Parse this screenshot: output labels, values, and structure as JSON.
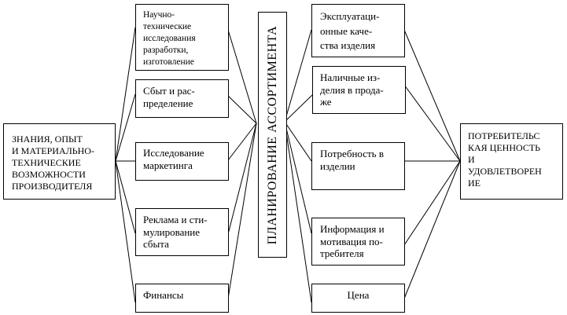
{
  "producer": "ЗНАНИЯ, ОПЫТ\nИ МАТЕРИАЛЬНО-\nТЕХНИЧЕСКИЕ\nВОЗМОЖНОСТИ\nПРОИЗВОДИТЕЛЯ",
  "left_items": [
    "Научно-\nтехнические\nисследования\nразработки,\nизготовление",
    "Сбыт и рас-\nпределение",
    "Исследование\nмаркетинга",
    "Реклама и сти-\nмулирование\nсбыта",
    "Финансы"
  ],
  "center": "ПЛАНИРОВАНИЕ АССОРТИМЕНТА",
  "right_items": [
    "Эксплуатаци-\nонные каче-\nства изделия",
    "Наличные из-\nделия в прода-\nже",
    "Потребность в\nизделии",
    "Информация и\nмотивация по-\nтребителя",
    "Цена"
  ],
  "consumer": "ПОТРЕБИТЕЛЬС\nКАЯ ЦЕННОСТЬ\nИ\nУДОВЛЕТВОРЕН\nИЕ"
}
